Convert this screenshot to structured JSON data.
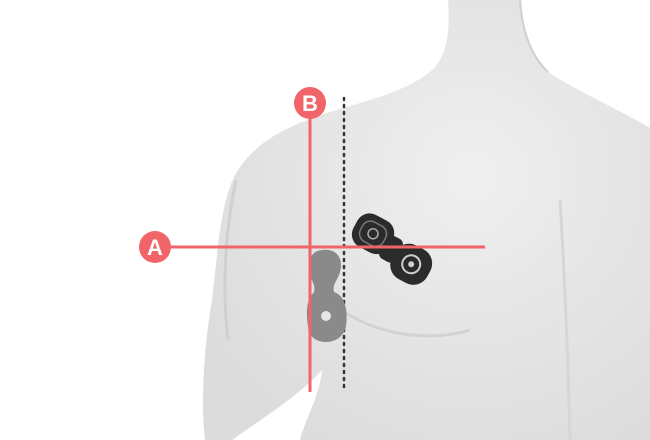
{
  "diagram": {
    "markers": [
      {
        "id": "A",
        "label": "A"
      },
      {
        "id": "B",
        "label": "B"
      }
    ],
    "colors": {
      "guide": "#f0646a",
      "body_fill": "#e6e6e6",
      "body_shadow": "#d4d4d4",
      "device_dark": "#2b2b2b",
      "device_ghost": "#8a8a8a",
      "dotted_line": "#333333"
    },
    "icons": {
      "device": "electrode-pad-icon",
      "placement": "placement-silhouette-icon"
    }
  }
}
